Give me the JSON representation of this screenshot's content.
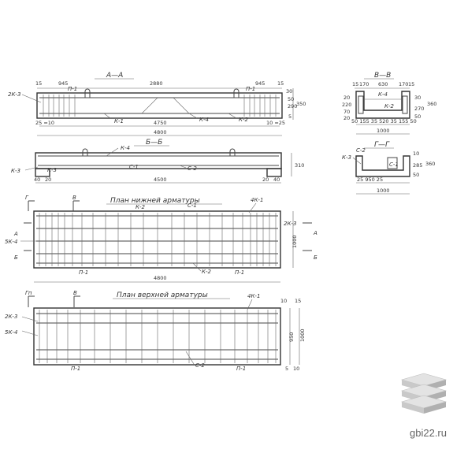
{
  "section_aa": {
    "title": "А—А",
    "dims_top": [
      "15",
      "945",
      "2880",
      "945",
      "15"
    ],
    "dim_total_inner": "4750",
    "dim_total": "4800",
    "dim_left_small": "25 =10",
    "dim_right_small": "10 =25",
    "dims_right": [
      "30",
      "50",
      "290",
      "350",
      "5"
    ],
    "labels": [
      "2К-3",
      "П-1",
      "К-1",
      "К-4",
      "К-2",
      "П-1"
    ]
  },
  "section_bb_small": {
    "title": "В—В",
    "dims_top": [
      "15",
      "170",
      "630",
      "170",
      "15"
    ],
    "dim_mid": "50 155 35 520 35 155 50",
    "dim_total": "1000",
    "dims_left": [
      "20",
      "220",
      "70",
      "20"
    ],
    "dims_right": [
      "30",
      "270",
      "50",
      "360"
    ],
    "labels": [
      "К-4",
      "К-2"
    ]
  },
  "section_b": {
    "title": "Б—Б",
    "dims_bottom": [
      "40",
      "20",
      "4500",
      "20",
      "40"
    ],
    "dim_right": "310",
    "labels": [
      "К-4",
      "С-1",
      "С-2",
      "К-3",
      "К-3"
    ]
  },
  "section_gg": {
    "title": "Г—Г",
    "dim_mid": "25 950 25",
    "dim_total": "1000",
    "dims_right": [
      "10",
      "285",
      "50",
      "360"
    ],
    "labels": [
      "С-2",
      "К-3",
      "С-1"
    ]
  },
  "plan_bottom": {
    "title": "План нижней арматуры",
    "labels": [
      "Г",
      "В",
      "4К-1",
      "К-2",
      "С-1",
      "2К-3",
      "А",
      "5К-4",
      "Б",
      "А",
      "Б",
      "П-1",
      "К-2",
      "П-1"
    ],
    "dim_total": "4800",
    "dim_right": "1000"
  },
  "plan_top": {
    "title": "План верхней арматуры",
    "labels": [
      "Гп",
      "В",
      "4К-1",
      "2К-3",
      "5К-4",
      "П-1",
      "С-2",
      "П-1"
    ],
    "dims_right": [
      "10",
      "15",
      "950",
      "1000",
      "5",
      "10"
    ]
  },
  "watermark": {
    "text": "gbi22.ru",
    "logo": "stacked-slabs-icon"
  }
}
